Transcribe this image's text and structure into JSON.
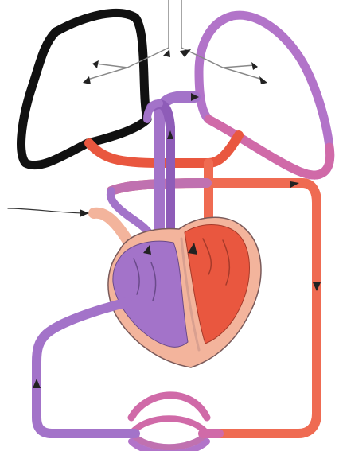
{
  "diagram": {
    "type": "circulatory-system-schematic",
    "labels": [],
    "colors": {
      "background": "#ffffff",
      "lung_outline_left": "#111111",
      "lung_outline_right": "#b274c9",
      "deoxygenated": "#a373c9",
      "deoxygenated_dark": "#8e5cb8",
      "oxygenated": "#e9573f",
      "oxygenated_light": "#ef6b52",
      "mixing_pink": "#d06aa8",
      "heart_tissue": "#f3b49c",
      "airway": "#ffffff",
      "outline": "#555555"
    },
    "parts": [
      "left-lung",
      "right-lung",
      "trachea",
      "bronchi",
      "pulmonary-veins",
      "pulmonary-artery",
      "vena-cava",
      "aorta",
      "heart",
      "right-atrium-ventricle",
      "left-atrium-ventricle",
      "ductus",
      "systemic-capillaries",
      "flow-arrows"
    ]
  }
}
